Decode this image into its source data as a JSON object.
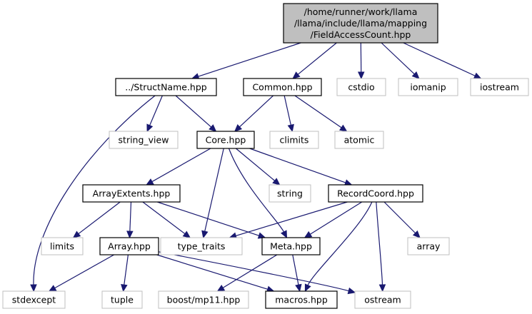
{
  "graph": {
    "nodes": [
      {
        "id": "root",
        "lines": [
          "/home/runner/work/llama",
          "/llama/include/llama/mapping",
          "/FieldAccessCount.hpp"
        ],
        "kind": "root"
      },
      {
        "id": "structname",
        "lines": [
          "../StructName.hpp"
        ],
        "kind": "local"
      },
      {
        "id": "common",
        "lines": [
          "Common.hpp"
        ],
        "kind": "local"
      },
      {
        "id": "cstdio",
        "lines": [
          "cstdio"
        ],
        "kind": "std"
      },
      {
        "id": "iomanip",
        "lines": [
          "iomanip"
        ],
        "kind": "std"
      },
      {
        "id": "iostream",
        "lines": [
          "iostream"
        ],
        "kind": "std"
      },
      {
        "id": "string_view",
        "lines": [
          "string_view"
        ],
        "kind": "std"
      },
      {
        "id": "core",
        "lines": [
          "Core.hpp"
        ],
        "kind": "local"
      },
      {
        "id": "climits",
        "lines": [
          "climits"
        ],
        "kind": "std"
      },
      {
        "id": "atomic",
        "lines": [
          "atomic"
        ],
        "kind": "std"
      },
      {
        "id": "arrayextents",
        "lines": [
          "ArrayExtents.hpp"
        ],
        "kind": "local"
      },
      {
        "id": "string",
        "lines": [
          "string"
        ],
        "kind": "std"
      },
      {
        "id": "recordcoord",
        "lines": [
          "RecordCoord.hpp"
        ],
        "kind": "local"
      },
      {
        "id": "limits",
        "lines": [
          "limits"
        ],
        "kind": "std"
      },
      {
        "id": "type_traits",
        "lines": [
          "type_traits"
        ],
        "kind": "std"
      },
      {
        "id": "meta",
        "lines": [
          "Meta.hpp"
        ],
        "kind": "local"
      },
      {
        "id": "array_std",
        "lines": [
          "array"
        ],
        "kind": "std"
      },
      {
        "id": "arrayhpp",
        "lines": [
          "Array.hpp"
        ],
        "kind": "local"
      },
      {
        "id": "stdexcept",
        "lines": [
          "stdexcept"
        ],
        "kind": "std"
      },
      {
        "id": "tuple",
        "lines": [
          "tuple"
        ],
        "kind": "std"
      },
      {
        "id": "mp11",
        "lines": [
          "boost/mp11.hpp"
        ],
        "kind": "std"
      },
      {
        "id": "macros",
        "lines": [
          "macros.hpp"
        ],
        "kind": "local"
      },
      {
        "id": "ostream",
        "lines": [
          "ostream"
        ],
        "kind": "std"
      }
    ],
    "edges": [
      [
        "root",
        "structname"
      ],
      [
        "root",
        "common"
      ],
      [
        "root",
        "cstdio"
      ],
      [
        "root",
        "iomanip"
      ],
      [
        "root",
        "iostream"
      ],
      [
        "structname",
        "string_view"
      ],
      [
        "structname",
        "core"
      ],
      [
        "structname",
        "stdexcept"
      ],
      [
        "common",
        "core"
      ],
      [
        "common",
        "climits"
      ],
      [
        "common",
        "atomic"
      ],
      [
        "core",
        "arrayextents"
      ],
      [
        "core",
        "string"
      ],
      [
        "core",
        "recordcoord"
      ],
      [
        "core",
        "type_traits"
      ],
      [
        "core",
        "meta"
      ],
      [
        "arrayextents",
        "limits"
      ],
      [
        "arrayextents",
        "type_traits"
      ],
      [
        "arrayextents",
        "meta"
      ],
      [
        "arrayextents",
        "arrayhpp"
      ],
      [
        "recordcoord",
        "type_traits"
      ],
      [
        "recordcoord",
        "meta"
      ],
      [
        "recordcoord",
        "array_std"
      ],
      [
        "recordcoord",
        "macros"
      ],
      [
        "recordcoord",
        "ostream"
      ],
      [
        "arrayhpp",
        "stdexcept"
      ],
      [
        "arrayhpp",
        "tuple"
      ],
      [
        "arrayhpp",
        "macros"
      ],
      [
        "arrayhpp",
        "ostream"
      ],
      [
        "meta",
        "mp11"
      ],
      [
        "meta",
        "macros"
      ]
    ]
  }
}
